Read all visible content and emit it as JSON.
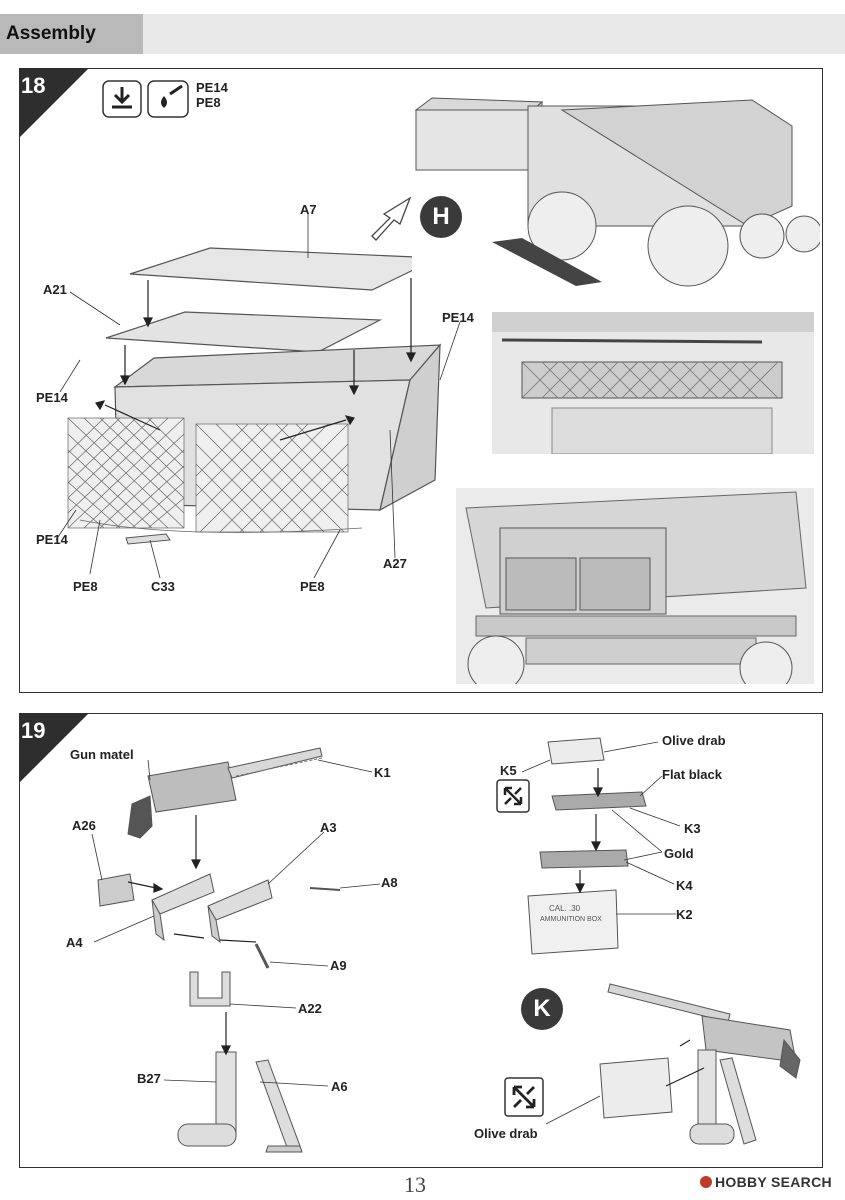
{
  "header": {
    "title": "Assembly"
  },
  "steps": [
    {
      "number": "18",
      "icons": [
        "glue-icon",
        "paint-icon"
      ],
      "icon_note": [
        "PE14",
        "PE8"
      ],
      "callout": "H",
      "labels": {
        "a7": "A7",
        "a21": "A21",
        "pe14_top_right": "PE14",
        "pe14_left": "PE14",
        "pe14_bottom_left": "PE14",
        "pe8_left": "PE8",
        "c33": "C33",
        "pe8_right": "PE8",
        "a27": "A27"
      }
    },
    {
      "number": "19",
      "callout": "K",
      "labels": {
        "gun_matel": "Gun matel",
        "k1": "K1",
        "a26": "A26",
        "a3": "A3",
        "a8": "A8",
        "a4": "A4",
        "a9": "A9",
        "a22": "A22",
        "b27": "B27",
        "a6": "A6",
        "olive_drab_top": "Olive drab",
        "k5": "K5",
        "flat_black": "Flat black",
        "k3": "K3",
        "gold": "Gold",
        "k4": "K4",
        "k2": "K2",
        "olive_drab_bottom": "Olive drab",
        "ammo_box_text_1": "CAL. .30",
        "ammo_box_text_2": "AMMUNITION BOX"
      }
    }
  ],
  "footer": {
    "page_number": "13",
    "watermark": "HOBBY SEARCH"
  }
}
